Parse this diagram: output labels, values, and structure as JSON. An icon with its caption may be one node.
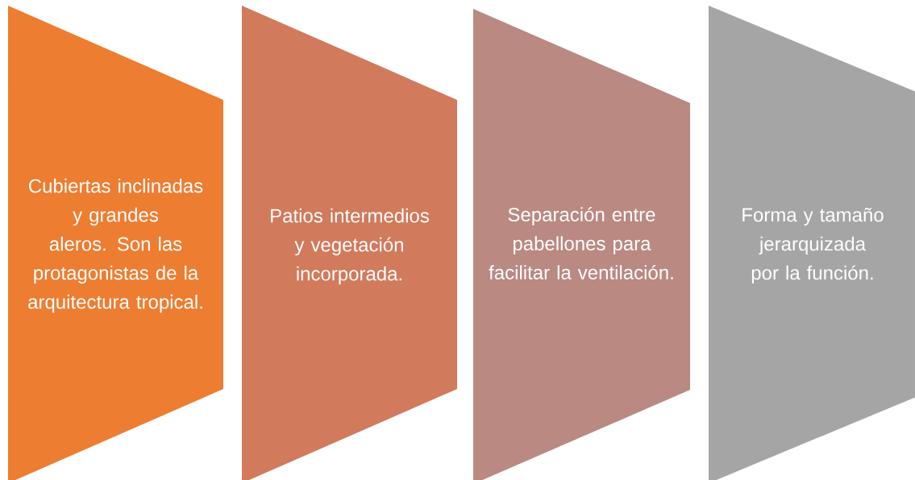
{
  "diagram": {
    "nodes": [
      {
        "text": [
          "Cubiertas inclinadas y grandes aleros. Son las protagonistas de la arquitectura tropical."
        ]
      },
      {
        "text": [
          "Patios intermedios y vegetación incorporada."
        ]
      },
      {
        "text": [
          "Separación entre pabellones para facilitar la ventilación."
        ]
      },
      {
        "text": [
          "Forma y tamaño jerarquizada por la función."
        ]
      }
    ]
  }
}
